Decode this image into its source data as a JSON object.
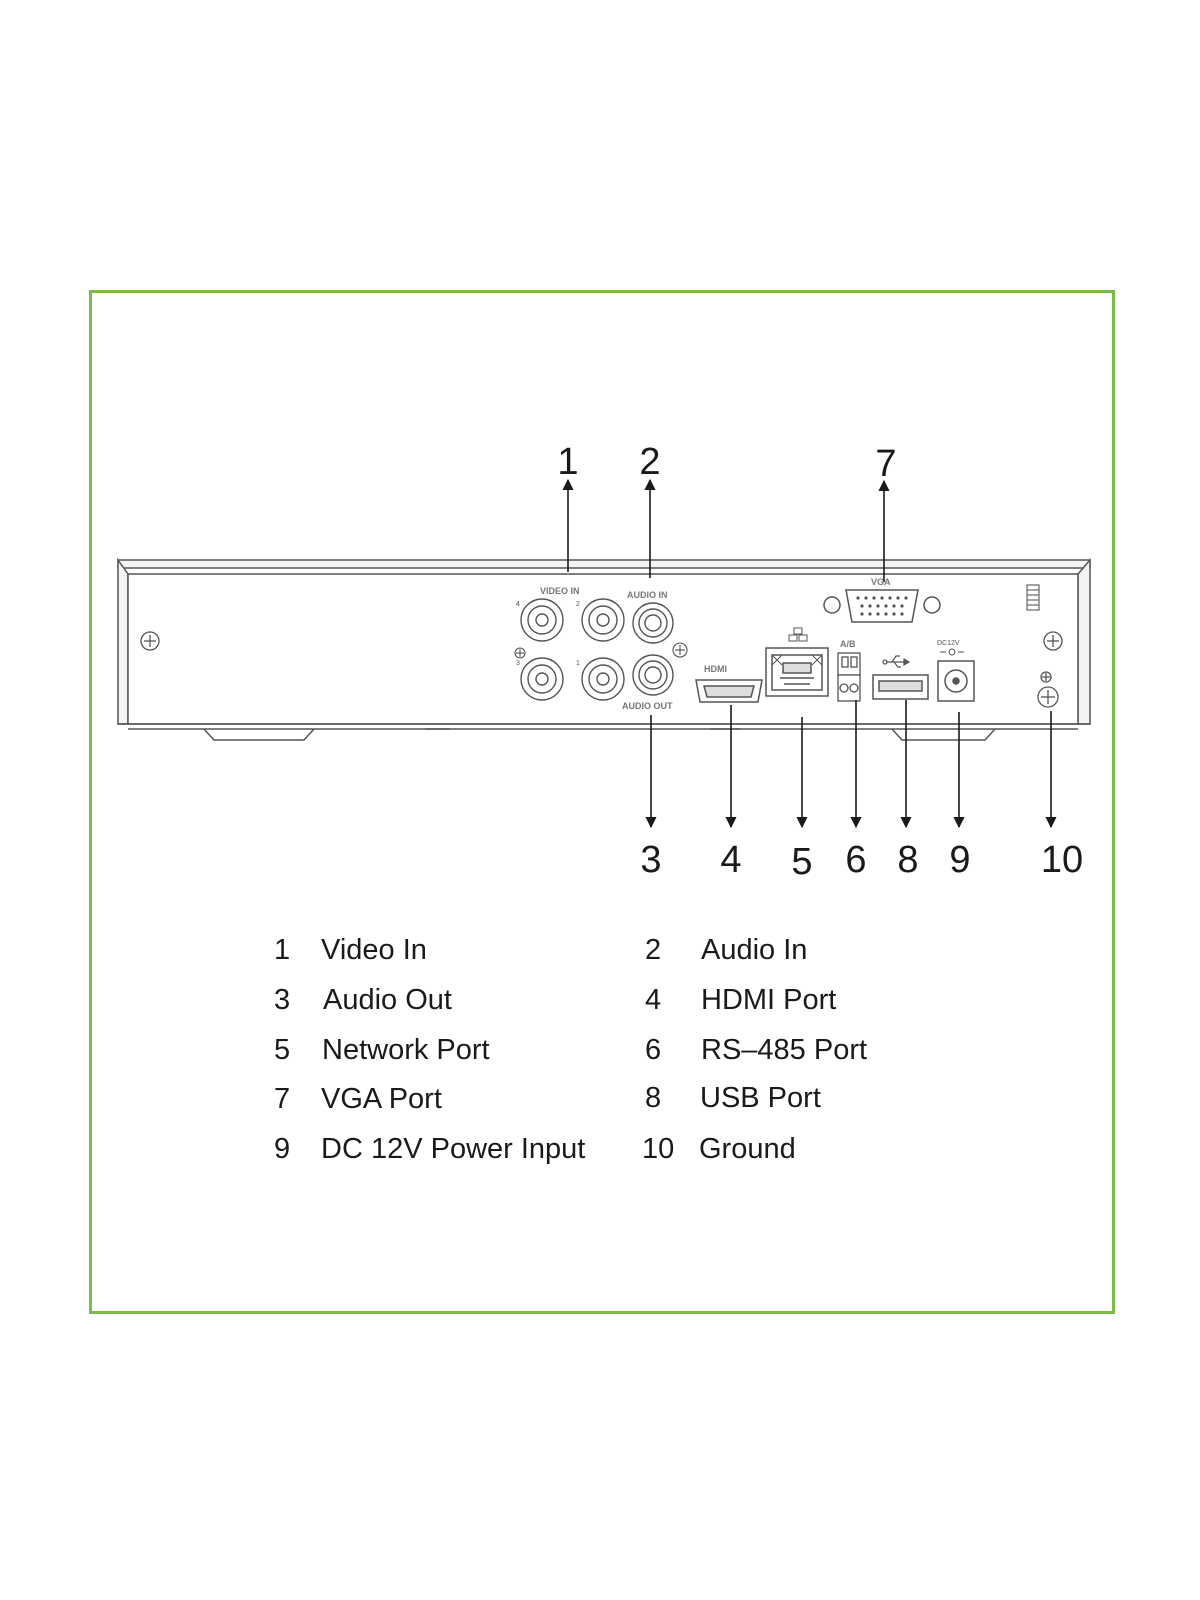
{
  "colors": {
    "frame_border": "#7cba4a",
    "line": "#1a1a1a",
    "device_outline": "#555555"
  },
  "device_panel": {
    "video_in_label": "VIDEO IN",
    "audio_in_label": "AUDIO IN",
    "audio_out_label": "AUDIO OUT",
    "hdmi_label": "HDMI",
    "vga_label": "VGA",
    "rs485_label": "A/B",
    "dc_label": "DC12V",
    "bnc_numbers": [
      "4",
      "2",
      "3",
      "1"
    ]
  },
  "callouts": [
    "1",
    "2",
    "7",
    "3",
    "4",
    "5",
    "6",
    "8",
    "9",
    "10"
  ],
  "legend": [
    {
      "num": "1",
      "label": "Video In"
    },
    {
      "num": "2",
      "label": "Audio In"
    },
    {
      "num": "3",
      "label": "Audio Out"
    },
    {
      "num": "4",
      "label": "HDMI Port"
    },
    {
      "num": "5",
      "label": "Network Port"
    },
    {
      "num": "6",
      "label": "RS–485 Port"
    },
    {
      "num": "7",
      "label": "VGA Port"
    },
    {
      "num": "8",
      "label": "USB Port"
    },
    {
      "num": "9",
      "label": "DC 12V Power Input"
    },
    {
      "num": "10",
      "label": "Ground"
    }
  ]
}
